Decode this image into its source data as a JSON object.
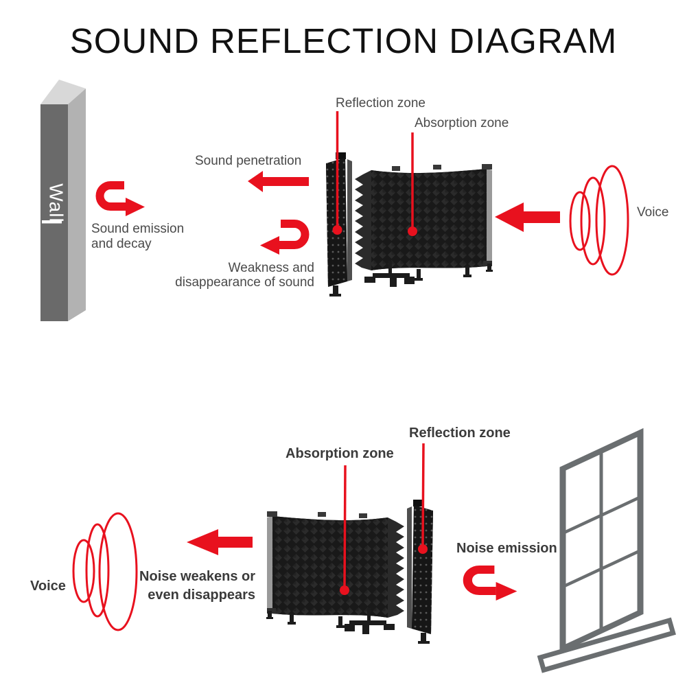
{
  "title": "SOUND REFLECTION DIAGRAM",
  "colors": {
    "accent_red": "#e8111e",
    "label_gray": "#4a4a4a",
    "label_dark": "#3b3b3b",
    "title_black": "#111111",
    "wall_front": "#6a6a6a",
    "wall_side": "#b2b2b2",
    "wall_top": "#d8d8d8",
    "wall_text": "#ffffff",
    "window_gray": "#6a6e70",
    "background": "#ffffff"
  },
  "top": {
    "wall": "Wall",
    "sound_emission_1": "Sound emission",
    "sound_emission_2": "and decay",
    "sound_penetration": "Sound penetration",
    "reflection_zone": "Reflection zone",
    "absorption_zone": "Absorption zone",
    "weakness_1": "Weakness and",
    "weakness_2": "disappearance of sound",
    "voice": "Voice"
  },
  "bottom": {
    "absorption_zone": "Absorption zone",
    "reflection_zone": "Reflection zone",
    "voice": "Voice",
    "noise_weakens_1": "Noise weakens or",
    "noise_weakens_2": "even disappears",
    "noise_emission": "Noise emission"
  }
}
